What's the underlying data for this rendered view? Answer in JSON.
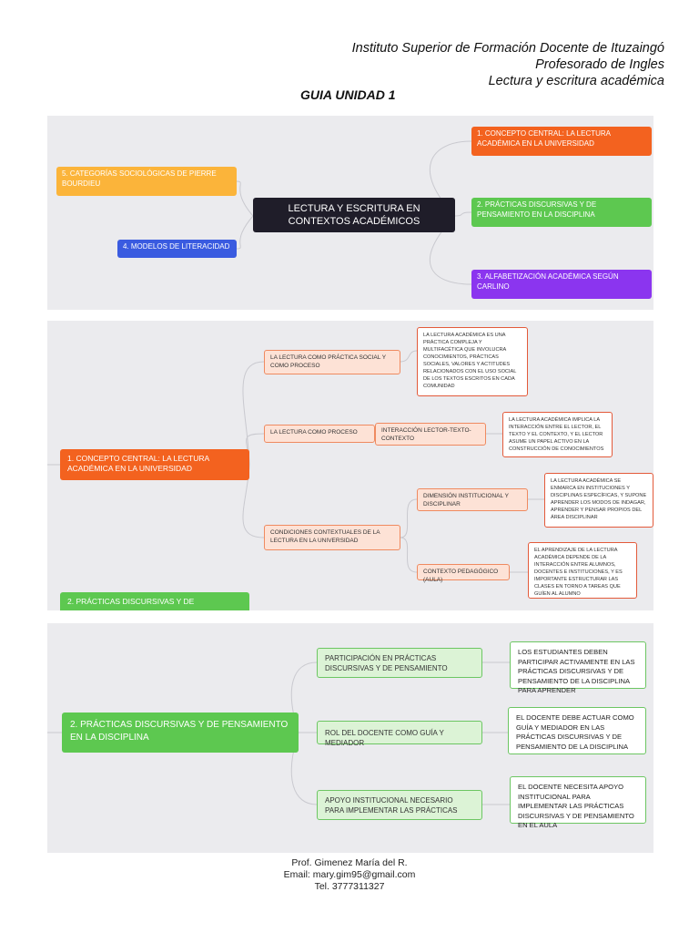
{
  "header": {
    "institution": "Instituto Superior de Formación Docente de  Ituzaingó",
    "program": "Profesorado de Ingles",
    "course": "Lectura y escritura académica"
  },
  "guide_title": "GUIA UNIDAD 1",
  "map1": {
    "center": "LECTURA Y ESCRITURA EN CONTEXTOS ACADÉMICOS",
    "branch1": "1. CONCEPTO CENTRAL: LA LECTURA ACADÉMICA EN LA UNIVERSIDAD",
    "branch2": "2. PRÁCTICAS DISCURSIVAS Y DE PENSAMIENTO EN LA DISCIPLINA",
    "branch3": "3. ALFABETIZACIÓN ACADÉMICA SEGÚN CARLINO",
    "branch4": "4. MODELOS DE LITERACIDAD",
    "branch5": "5. CATEGORÍAS SOCIOLÓGICAS DE PIERRE BOURDIEU"
  },
  "map2": {
    "root": "1. CONCEPTO CENTRAL: LA LECTURA ACADÉMICA EN LA UNIVERSIDAD",
    "next_root": "2. PRÁCTICAS DISCURSIVAS Y DE",
    "sub1": "LA LECTURA COMO PRÁCTICA SOCIAL Y COMO PROCESO",
    "note1": "LA LECTURA ACADÉMICA ES UNA PRÁCTICA COMPLEJA Y MULTIFACÉTICA QUE INVOLUCRA CONOCIMIENTOS, PRÁCTICAS SOCIALES, VALORES Y ACTITUDES RELACIONADOS CON EL USO SOCIAL DE LOS TEXTOS ESCRITOS EN CADA COMUNIDAD",
    "sub2": "LA LECTURA COMO PROCESO",
    "sub2a": "INTERACCIÓN LECTOR-TEXTO-CONTEXTO",
    "note2": "LA LECTURA ACADÉMICA IMPLICA LA INTERACCIÓN ENTRE EL LECTOR, EL TEXTO Y EL CONTEXTO, Y EL LECTOR ASUME UN PAPEL ACTIVO EN LA CONSTRUCCIÓN DE CONOCIMIENTOS",
    "sub3": "CONDICIONES CONTEXTUALES DE LA LECTURA EN LA UNIVERSIDAD",
    "sub3a": "DIMENSIÓN INSTITUCIONAL Y DISCIPLINAR",
    "note3": "LA LECTURA ACADÉMICA SE ENMARCA EN INSTITUCIONES Y DISCIPLINAS ESPECÍFICAS, Y SUPONE APRENDER LOS MODOS DE INDAGAR, APRENDER Y PENSAR PROPIOS DEL ÁREA DISCIPLINAR",
    "sub3b": "CONTEXTO PEDAGÓGICO (AULA)",
    "note4": "EL APRENDIZAJE DE LA LECTURA ACADÉMICA DEPENDE DE LA INTERACCIÓN ENTRE ALUMNOS, DOCENTES E INSTITUCIONES, Y ES IMPORTANTE ESTRUCTURAR LAS CLASES EN TORNO A TAREAS QUE GUÍEN AL ALUMNO"
  },
  "map3": {
    "root": "2. PRÁCTICAS DISCURSIVAS Y DE PENSAMIENTO EN LA DISCIPLINA",
    "sub1": "PARTICIPACIÓN EN PRÁCTICAS DISCURSIVAS Y DE PENSAMIENTO",
    "note1": "LOS ESTUDIANTES DEBEN PARTICIPAR ACTIVAMENTE EN LAS PRÁCTICAS DISCURSIVAS Y DE PENSAMIENTO DE LA DISCIPLINA PARA APRENDER",
    "sub2": "ROL DEL DOCENTE COMO GUÍA Y MEDIADOR",
    "note2": "EL DOCENTE DEBE ACTUAR COMO GUÍA Y MEDIADOR EN LAS PRÁCTICAS DISCURSIVAS Y DE PENSAMIENTO DE LA DISCIPLINA",
    "sub3": "APOYO INSTITUCIONAL NECESARIO PARA IMPLEMENTAR LAS PRÁCTICAS",
    "note3": "EL DOCENTE NECESITA APOYO INSTITUCIONAL PARA IMPLEMENTAR LAS PRÁCTICAS DISCURSIVAS Y DE PENSAMIENTO EN EL AULA"
  },
  "footer": {
    "name": "Prof. Gimenez María del R.",
    "email": "Email: mary.gim95@gmail.com",
    "phone": "Tel. 3777311327"
  },
  "colors": {
    "orange": "#f3621f",
    "green": "#5dc850",
    "purple": "#8b35ef",
    "yellow": "#fbb43a",
    "blue": "#3a5be0",
    "dark": "#1f1d29",
    "panel": "#ebebee"
  }
}
